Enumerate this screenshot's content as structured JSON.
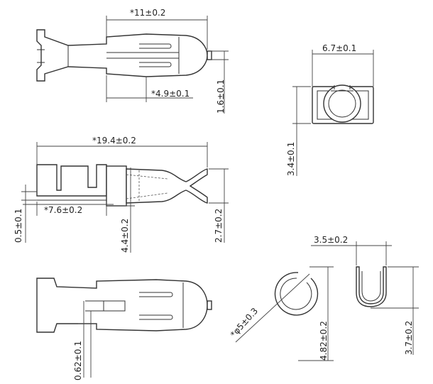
{
  "dimensions": {
    "top_overall_length": "*11±0.2",
    "top_height": "1.6±0.1",
    "top_inner_length": "*4.9±0.1",
    "side_overall_length": "*19.4±0.2",
    "side_wire_length": "*7.6±0.2",
    "side_tab_thickness": "0.5±0.1",
    "side_crimp_height": "4.4±0.2",
    "side_contact_height": "2.7±0.2",
    "end_view_width": "6.7±0.1",
    "end_view_height": "3.4±0.1",
    "bottom_slot_width": "0.62±0.1",
    "ring_diameter": "*φ5±0.3",
    "ring_height": "4.82±0.2",
    "u_clip_width": "3.5±0.2",
    "u_clip_height": "3.7±0.2"
  }
}
